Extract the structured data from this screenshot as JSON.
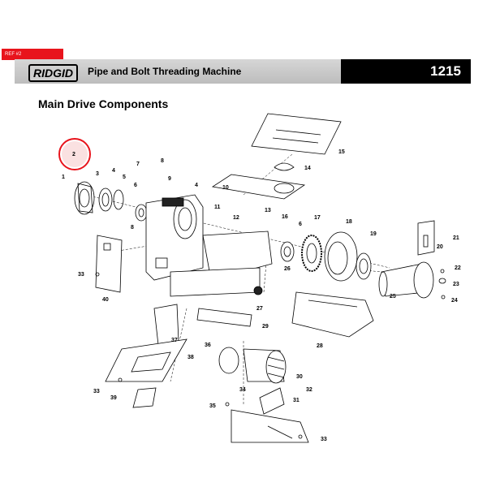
{
  "header": {
    "ref_tag": "REF #2",
    "logo": "RIDGID",
    "title": "Pipe and Bolt Threading Machine",
    "model": "1215"
  },
  "section_title": "Main Drive Components",
  "highlight_color": "#e8141c",
  "callouts": [
    "1",
    "2",
    "3",
    "4",
    "4",
    "5",
    "6",
    "6",
    "7",
    "8",
    "8",
    "9",
    "10",
    "11",
    "12",
    "13",
    "14",
    "15",
    "16",
    "17",
    "18",
    "19",
    "20",
    "21",
    "22",
    "23",
    "24",
    "25",
    "26",
    "27",
    "28",
    "29",
    "30",
    "31",
    "32",
    "33",
    "33",
    "33",
    "34",
    "35",
    "36",
    "37",
    "38",
    "39",
    "40"
  ]
}
